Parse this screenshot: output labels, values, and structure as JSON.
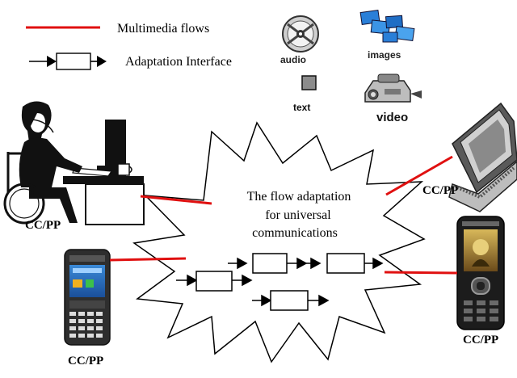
{
  "legend": {
    "multimedia_flows": "Multimedia flows",
    "adaptation_interface": "Adaptation Interface"
  },
  "media_types": {
    "audio": "audio",
    "images": "images",
    "text": "text",
    "video": "video"
  },
  "center": {
    "line1": "The flow adaptation",
    "line2": "for universal",
    "line3": "communications"
  },
  "endpoints": {
    "desk_user": "CC/PP",
    "laptop": "CC/PP",
    "smartphone": "CC/PP",
    "mobile_phone": "CC/PP"
  },
  "colors": {
    "flow": "#e01010",
    "line": "#000000"
  },
  "icons": {
    "audio": "cd-disc-icon",
    "images": "photo-stack-icon",
    "text": "text-square-icon",
    "video": "projector-icon",
    "desk_user": "person-at-computer-icon",
    "laptop": "laptop-icon",
    "smartphone": "smartphone-icon",
    "mobile_phone": "mobile-phone-icon"
  }
}
